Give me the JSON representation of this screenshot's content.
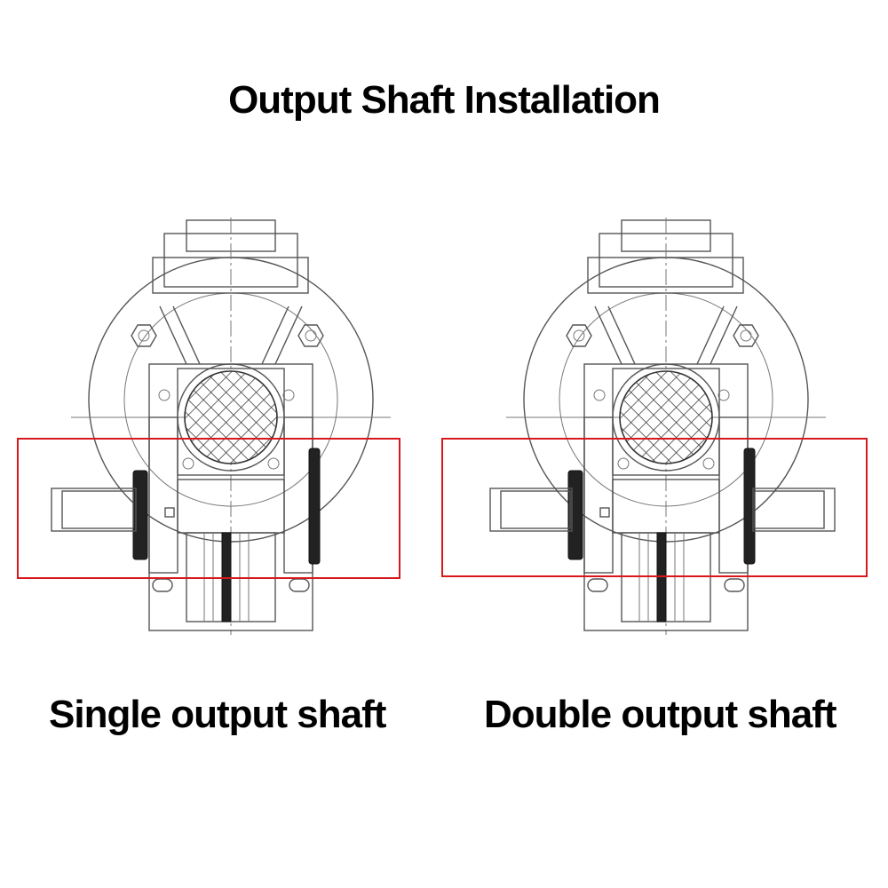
{
  "title": "Output Shaft Installation",
  "variants": [
    {
      "label": "Single output shaft",
      "highlight_color": "#d7191c"
    },
    {
      "label": "Double output shaft",
      "highlight_color": "#d7191c"
    }
  ]
}
